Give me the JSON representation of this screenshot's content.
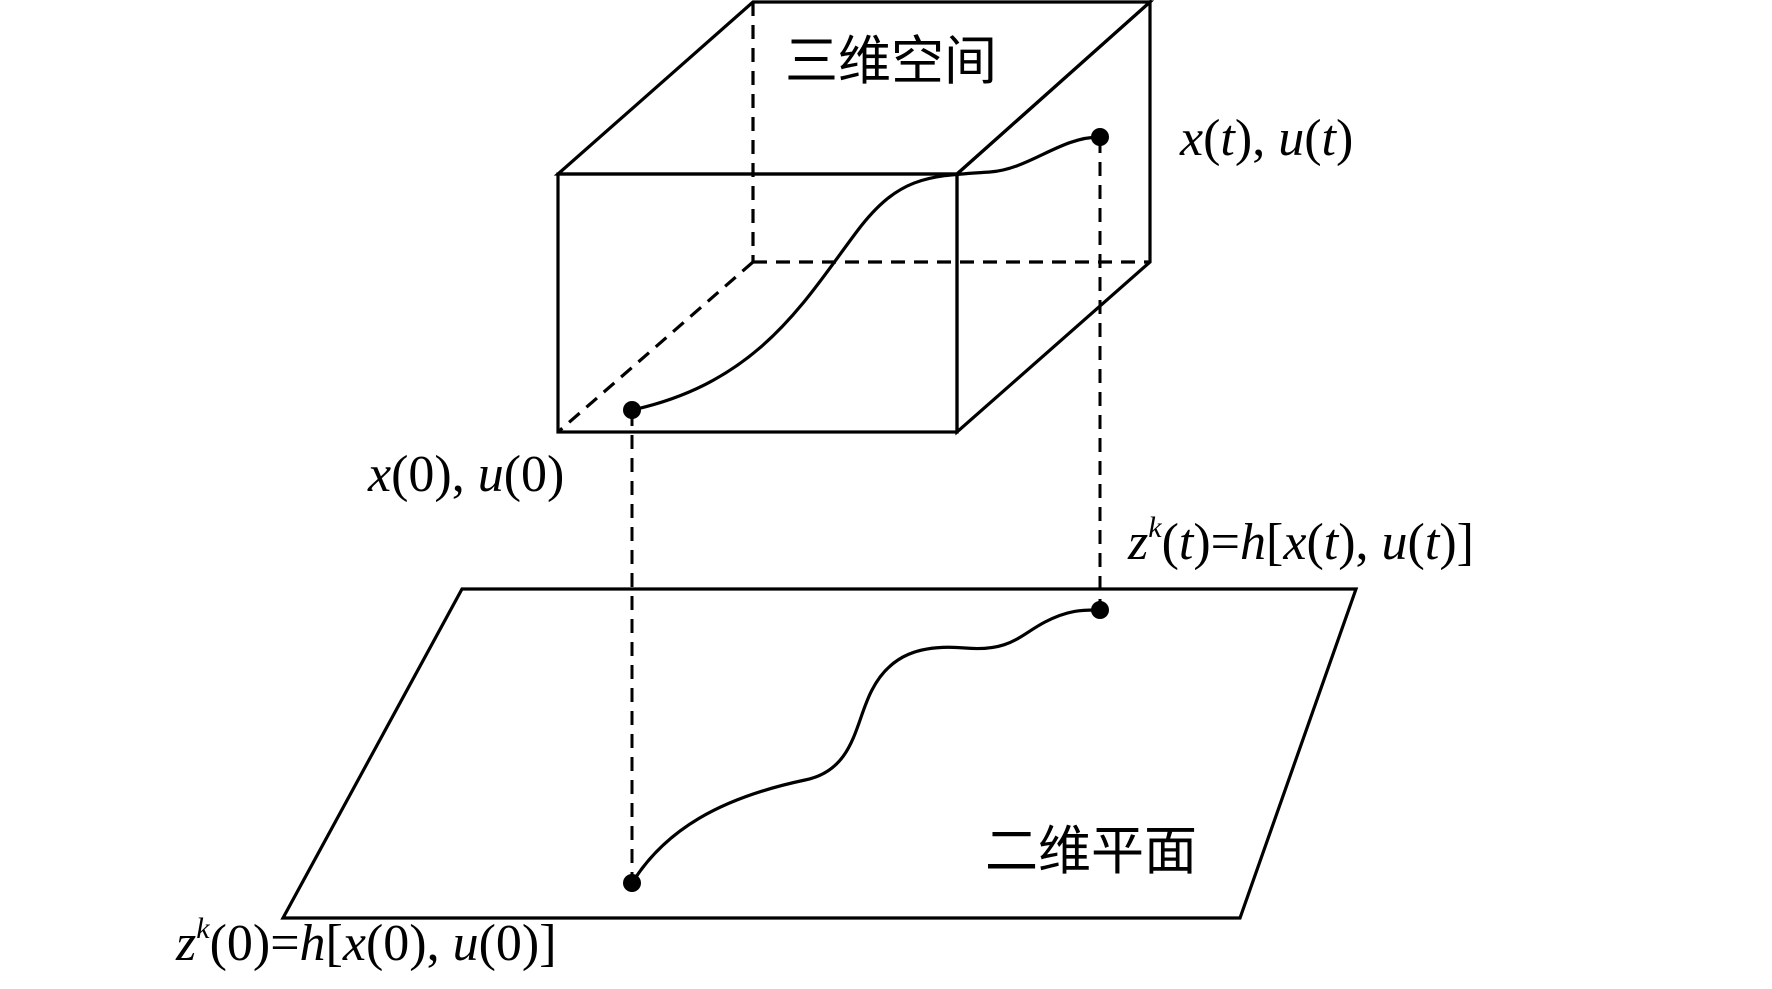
{
  "space_3d": {
    "label": "三维空间"
  },
  "plane_2d": {
    "label": "二维平面"
  },
  "labels": {
    "end_state": "x(t), u(t)",
    "start_state": "x(0), u(0)",
    "end_projection": "z^k(t)=h[x(t), u(t)]",
    "start_projection": "z^k(0)=h[x(0), u(0)]"
  },
  "colors": {
    "stroke": "#000000",
    "background": "#ffffff"
  }
}
